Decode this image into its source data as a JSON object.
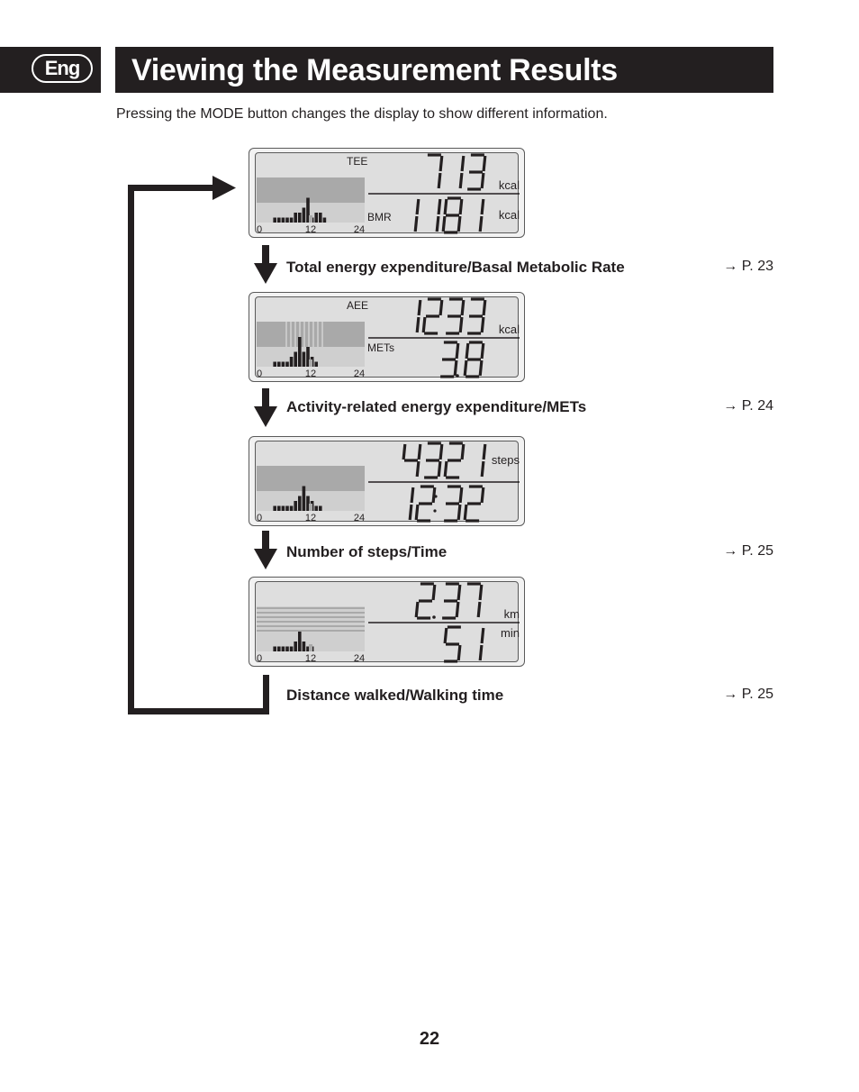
{
  "header": {
    "language_badge": "Eng",
    "title": "Viewing the Measurement Results"
  },
  "intro_text": "Pressing the MODE button changes the display to show different information.",
  "screens": [
    {
      "top_label": "TEE",
      "top_value": "713",
      "top_unit": "kcal",
      "bottom_label": "BMR",
      "bottom_value": "1181",
      "bottom_unit": "kcal",
      "axis_ticks": [
        "0",
        "12",
        "24"
      ],
      "caption": "Total energy expenditure/Basal Metabolic Rate",
      "page_ref": "→ P. 23"
    },
    {
      "top_label": "AEE",
      "top_value": "1233",
      "top_unit": "kcal",
      "bottom_label": "METs",
      "bottom_value": "3.8",
      "bottom_unit": "",
      "axis_ticks": [
        "0",
        "12",
        "24"
      ],
      "caption": "Activity-related energy expenditure/METs",
      "page_ref": "→ P. 24"
    },
    {
      "top_label": "",
      "top_value": "4321",
      "top_unit": "steps",
      "bottom_label": "",
      "bottom_value": "12:32",
      "bottom_unit": "",
      "axis_ticks": [
        "0",
        "12",
        "24"
      ],
      "caption": "Number of steps/Time",
      "page_ref": "→ P. 25"
    },
    {
      "top_label": "",
      "top_value": "2.37",
      "top_unit": "km",
      "bottom_label": "",
      "bottom_value": "51",
      "bottom_unit": "min",
      "axis_ticks": [
        "0",
        "12",
        "24"
      ],
      "caption": "Distance walked/Walking time",
      "page_ref": "→ P. 25"
    }
  ],
  "page_number": "22",
  "colors": {
    "ink": "#231f20",
    "lcd_bg": "#dedede",
    "lcd_block": "#a9a9a9"
  }
}
